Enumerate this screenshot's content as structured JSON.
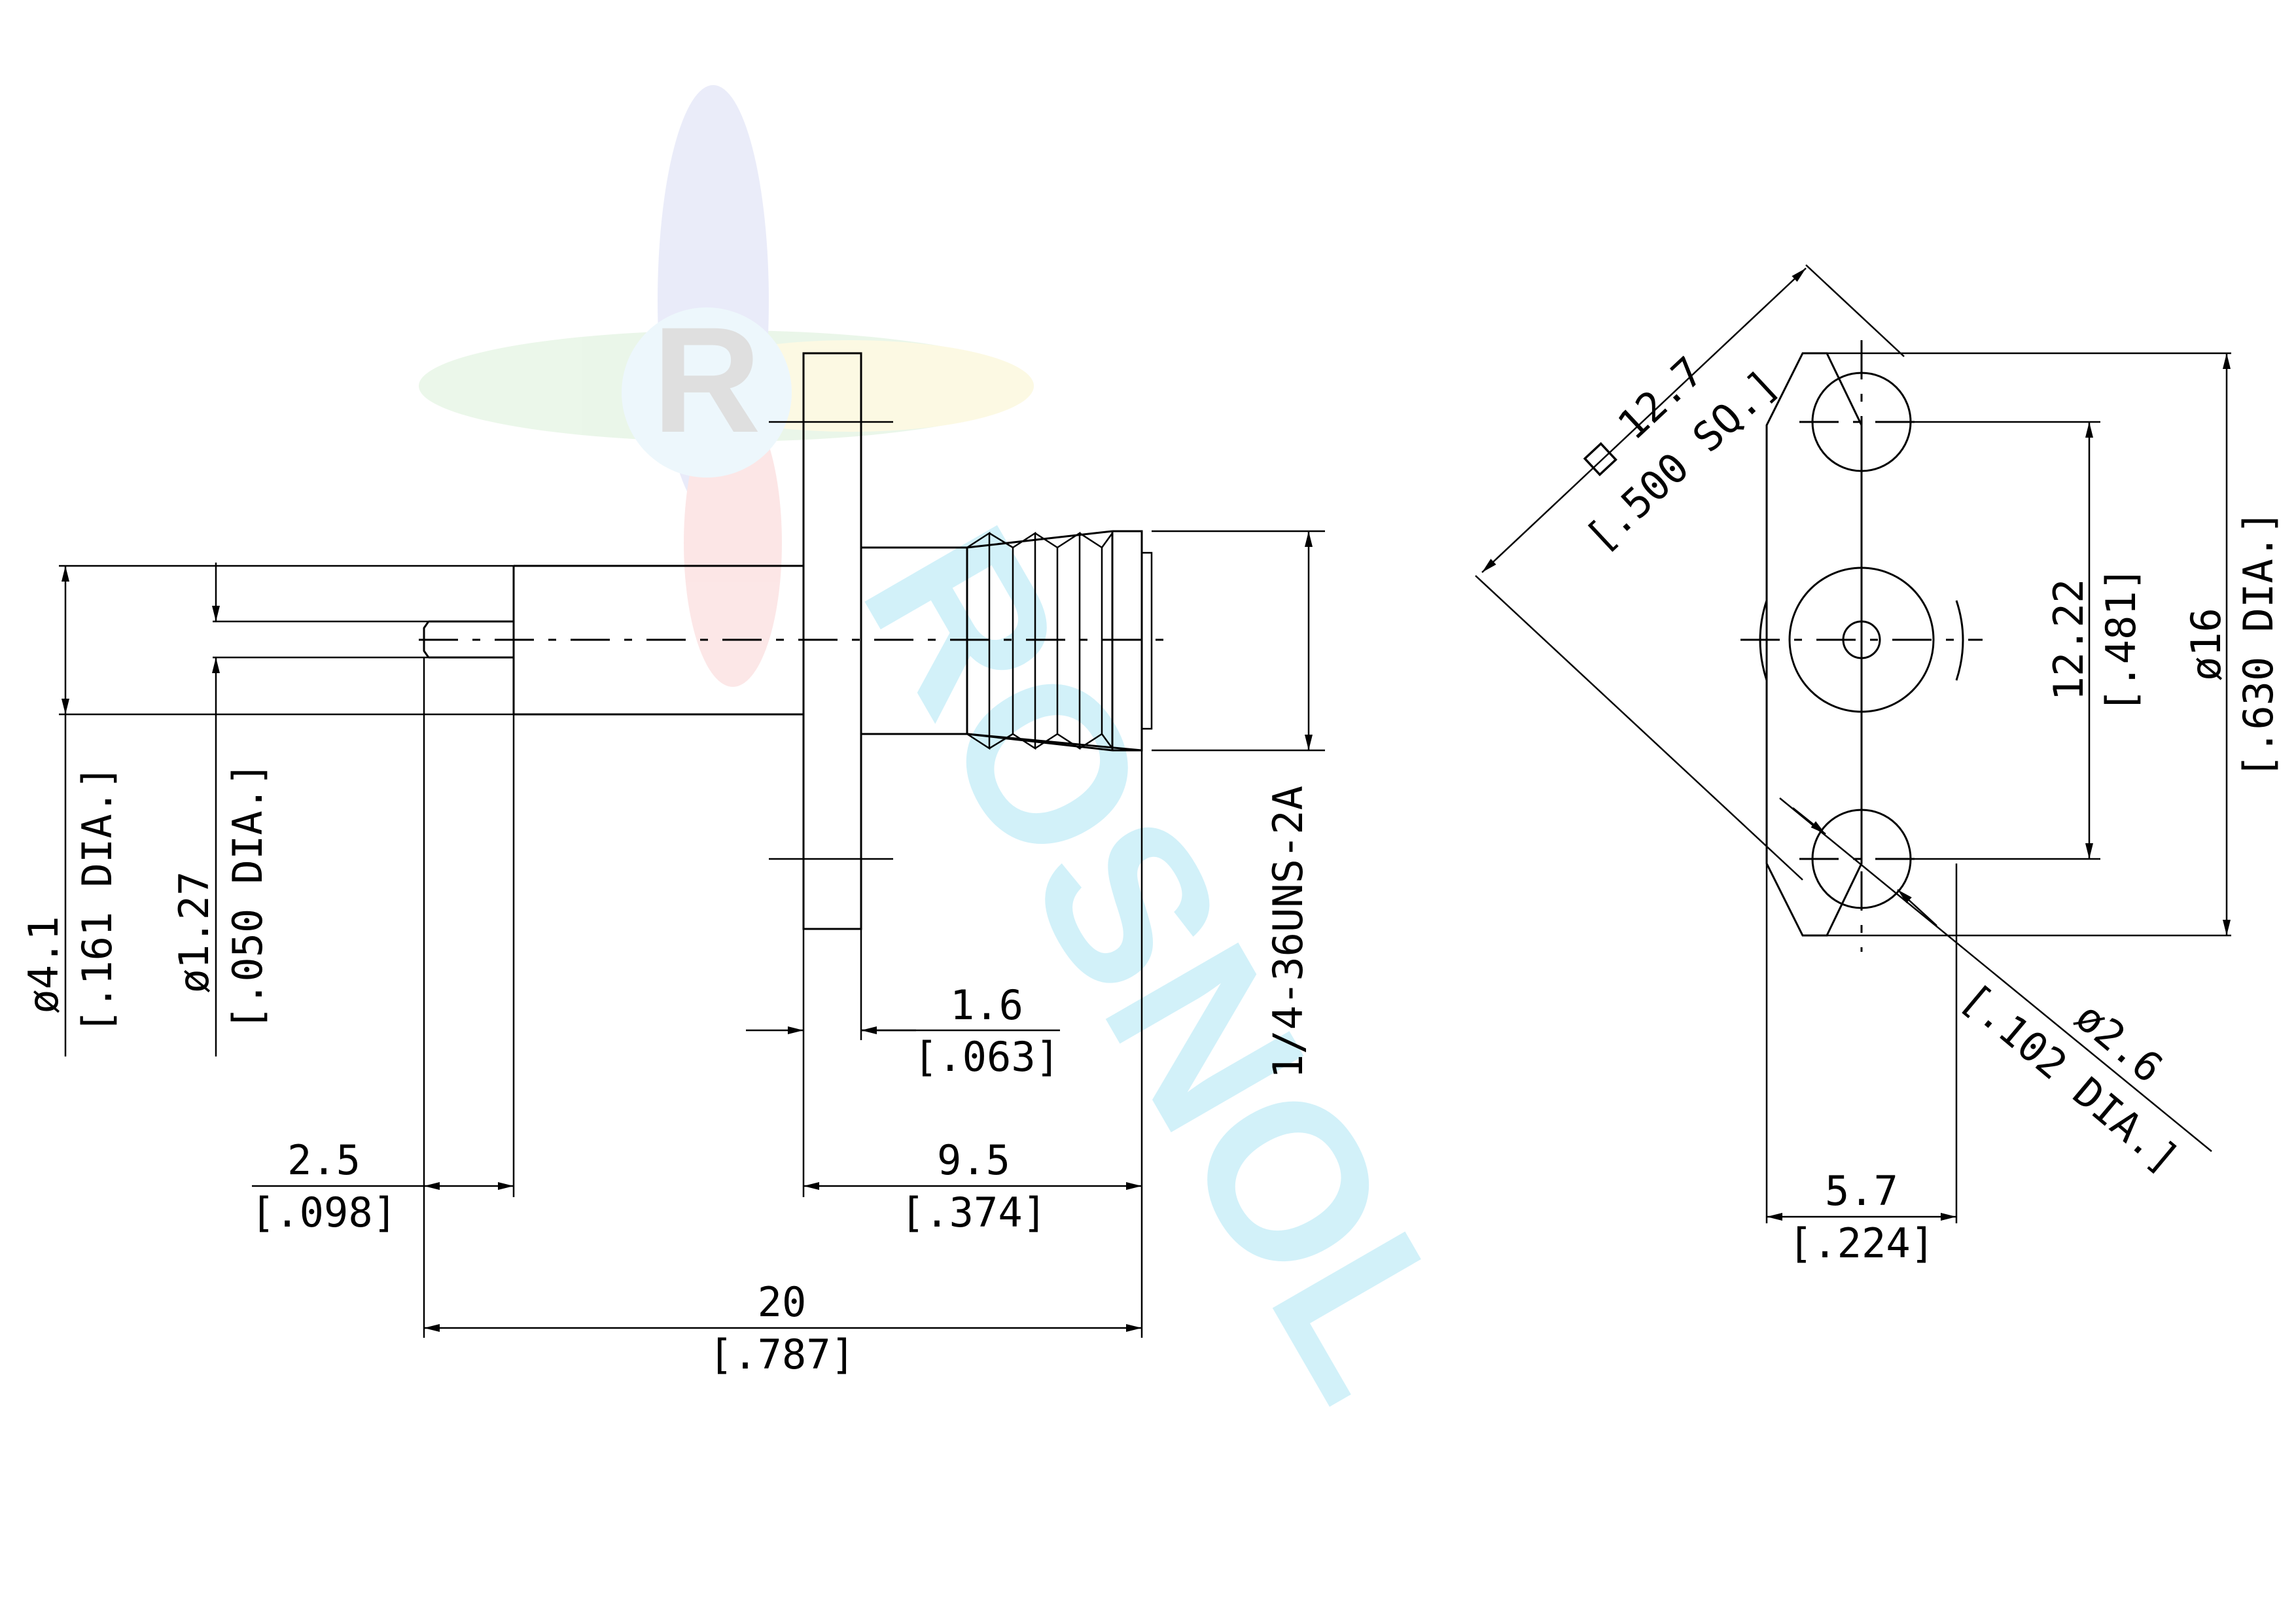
{
  "dimensions": {
    "body_dia_mm": "ø4.1",
    "body_dia_in": "[.161 DIA.]",
    "pin_dia_mm": "ø1.27",
    "pin_dia_in": "[.050 DIA.]",
    "pin_length_mm": "2.5",
    "pin_length_in": "[.098]",
    "flange_thk_mm": "1.6",
    "flange_thk_in": "[.063]",
    "thread_len_mm": "9.5",
    "thread_len_in": "[.374]",
    "overall_mm": "20",
    "overall_in": "[.787]",
    "thread_spec": "1/4-36UNS-2A",
    "square_mm": "□ 12.7",
    "square_in": "[.500 SQ.]",
    "hole_spacing_mm": "12.22",
    "hole_spacing_in": "[.481]",
    "flange_dia_mm": "ø16",
    "flange_dia_in": "[.630 DIA.]",
    "hole_dia_mm": "ø2.6",
    "hole_dia_in": "[.102 DIA.]",
    "flange_width_mm": "5.7",
    "flange_width_in": "[.224]"
  },
  "watermark": {
    "logo_letter": "R",
    "brand": "ROSNOL"
  }
}
